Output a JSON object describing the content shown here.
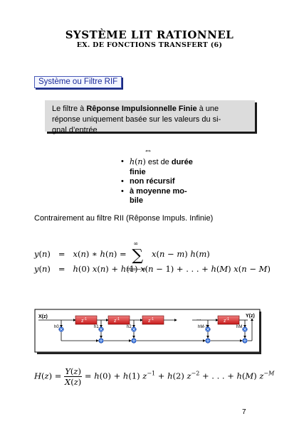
{
  "header": {
    "title": "SYSTÈME LIT RATIONNEL",
    "subtitle": "EX. DE FONCTIONS TRANSFERT (6)"
  },
  "section": {
    "label": "Système ou Filtre RIF"
  },
  "definition": {
    "prefix": "Le filtre à ",
    "bold": "Rêponse Impulsionnelle Finie",
    "line1_rest": " à une",
    "line2": "réponse uniquement basée sur les valeurs du si-",
    "line3": "gnal d’entrée"
  },
  "equiv": "⇔",
  "bullets": {
    "b1_pre": " est de ",
    "b1_bold": "durée",
    "b1_cont": "finie",
    "b2": "non récursif",
    "b3": "à moyenne mo-",
    "b3_cont": "bile"
  },
  "contrast": "Contrairement au filtre RII (Rêponse Impuls. Infinie)",
  "diagram": {
    "input": "X(z)",
    "output": "Y(z)",
    "delay": "z",
    "delay_exp": "-1",
    "taps": [
      "h0",
      "h1",
      "h2",
      "hM-1",
      "hM"
    ],
    "dots": "..."
  },
  "page_number": "7"
}
